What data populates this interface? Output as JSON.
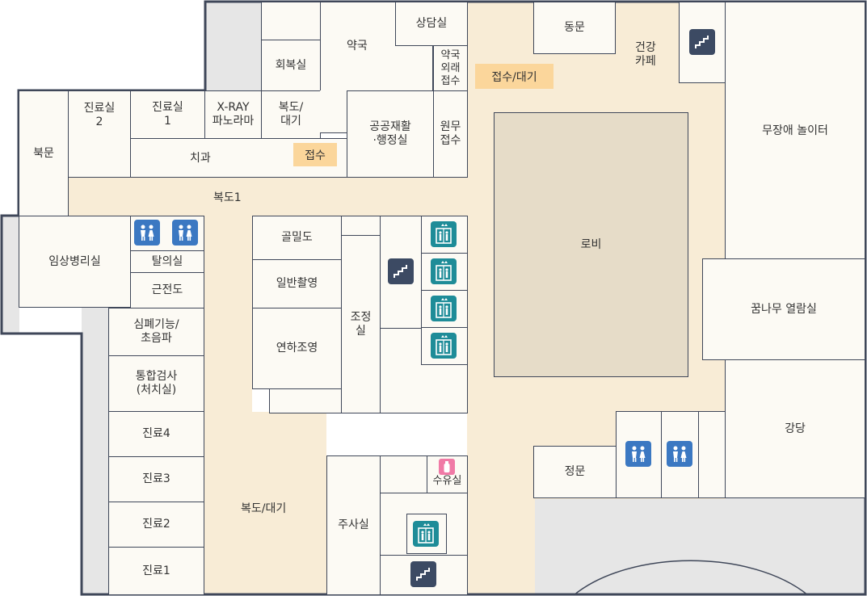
{
  "rooms": {
    "consult": "상담실",
    "pharmacy": "약국",
    "east_gate": "동문",
    "cafe": "건강\n카페",
    "recovery": "회복실",
    "pharmacy_out": "약국\n외래\n접수",
    "reception_wait_top": "접수/대기",
    "play": "무장애 놀이터",
    "exam2": "진료실\n2",
    "exam1": "진료실\n1",
    "xray": "X-RAY\n파노라마",
    "corridor_wait": "복도/\n대기",
    "public_admin": "공공재활\n·행정실",
    "remote": "원무\n접수",
    "north_gate": "북문",
    "dental": "치과",
    "dental_reception": "접수",
    "corridor1": "복도1",
    "lobby": "로비",
    "pathology": "임상병리실",
    "changing": "탈의실",
    "emg": "근전도",
    "bone_density": "골밀도",
    "general_xray": "일반촬영",
    "control": "조정\n실",
    "swallow": "연하조영",
    "reading_room": "꿈나무 열람실",
    "cardio": "심폐기능/\n초음파",
    "integrated": "통합검사\n(처치실)",
    "clinic4": "진료4",
    "clinic3": "진료3",
    "clinic2": "진료2",
    "clinic1": "진료1",
    "auditorium": "강당",
    "main_gate": "정문",
    "nursing": "수유실",
    "corridor_wait2": "복도/대기",
    "injection": "주사실"
  },
  "icons": {
    "stairs": "stairs-icon",
    "restroom": "restroom-icon",
    "elevator": "elevator-icon",
    "nursing": "nursing-room-icon"
  },
  "colors": {
    "wall": "#3f4759",
    "corridor": "#f8ecd6",
    "room": "#fcfaf4",
    "lobby": "#e6dcc8",
    "reception": "#fbd69b",
    "stairs": "#3c4a63",
    "restroom": "#3b78c2",
    "elevator": "#1e8c98",
    "nursing": "#f07aa6"
  }
}
